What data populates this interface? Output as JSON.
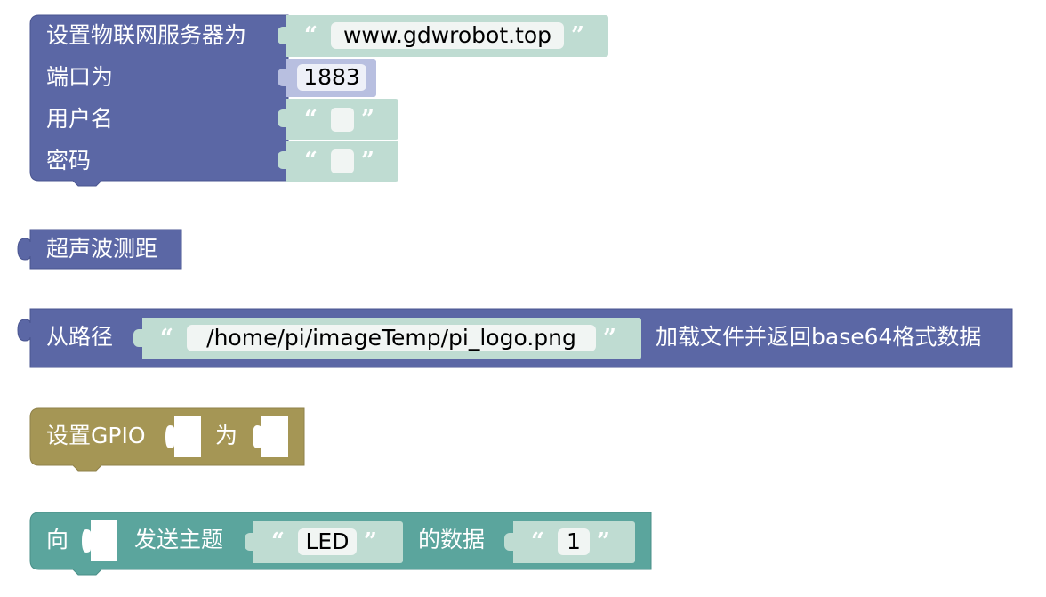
{
  "colors": {
    "iot_block": "#5b67a5",
    "text_slot": "#bfdcd2",
    "number_slot": "#b8bfe0",
    "gpio_block": "#a59655",
    "mqtt_block": "#5ba59d",
    "field_bg": "#f1f5f3"
  },
  "mqtt_server_block": {
    "label_server": "设置物联网服务器为",
    "server_value": "www.gdwrobot.top",
    "label_port": "端口为",
    "port_value": "1883",
    "label_username": "用户名",
    "username_value": "",
    "label_password": "密码",
    "password_value": ""
  },
  "ultrasonic_block": {
    "label": "超声波测距"
  },
  "load_file_block": {
    "label_prefix": "从路径",
    "path_value": "/home/pi/imageTemp/pi_logo.png",
    "label_suffix": "加载文件并返回base64格式数据"
  },
  "gpio_block": {
    "label_prefix": "设置GPIO",
    "label_middle": "为"
  },
  "publish_block": {
    "label_to": "向",
    "label_topic": "发送主题",
    "topic_value": "LED",
    "label_data": "的数据",
    "data_value": "1"
  },
  "quote_open": "“",
  "quote_close": "”"
}
